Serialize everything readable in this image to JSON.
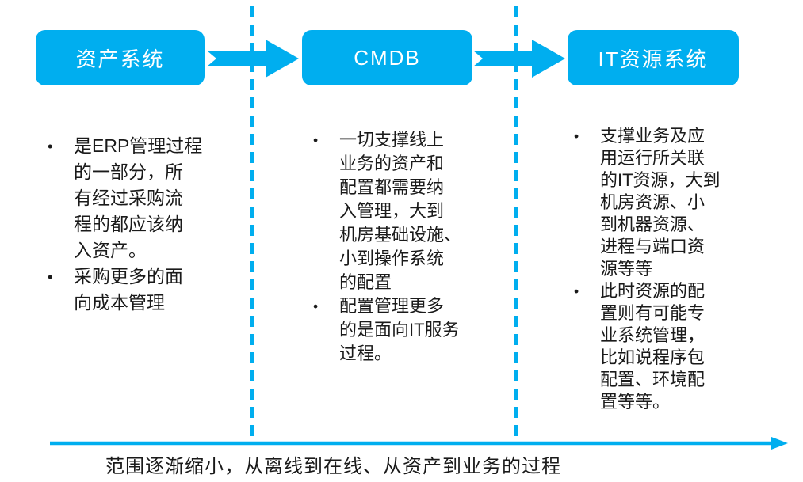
{
  "colors": {
    "accent": "#00AEEF",
    "ink": "#1a1a1a"
  },
  "ui": {
    "bullet_char": "•"
  },
  "flow": {
    "stages": [
      {
        "label": "资产系统",
        "bullets": [
          "是ERP管理过程\n的一部分，所\n有经过采购流\n程的都应该纳\n入资产。",
          "采购更多的面\n向成本管理"
        ]
      },
      {
        "label": "CMDB",
        "bullets": [
          "一切支撑线上\n业务的资产和\n配置都需要纳\n入管理，大到\n机房基础设施、\n小到操作系统\n的配置",
          "配置管理更多\n的是面向IT服务\n过程。"
        ]
      },
      {
        "label": "IT资源系统",
        "bullets": [
          "支撑业务及应\n用运行所关联\n的IT资源，大到\n机房资源、小\n到机器资源、\n进程与端口资\n源等等",
          "此时资源的配\n置则有可能专\n业系统管理，\n比如说程序包\n配置、环境配\n置等等。"
        ]
      }
    ]
  },
  "footer": {
    "caption": "范围逐渐缩小，从离线到在线、从资产到业务的过程"
  }
}
